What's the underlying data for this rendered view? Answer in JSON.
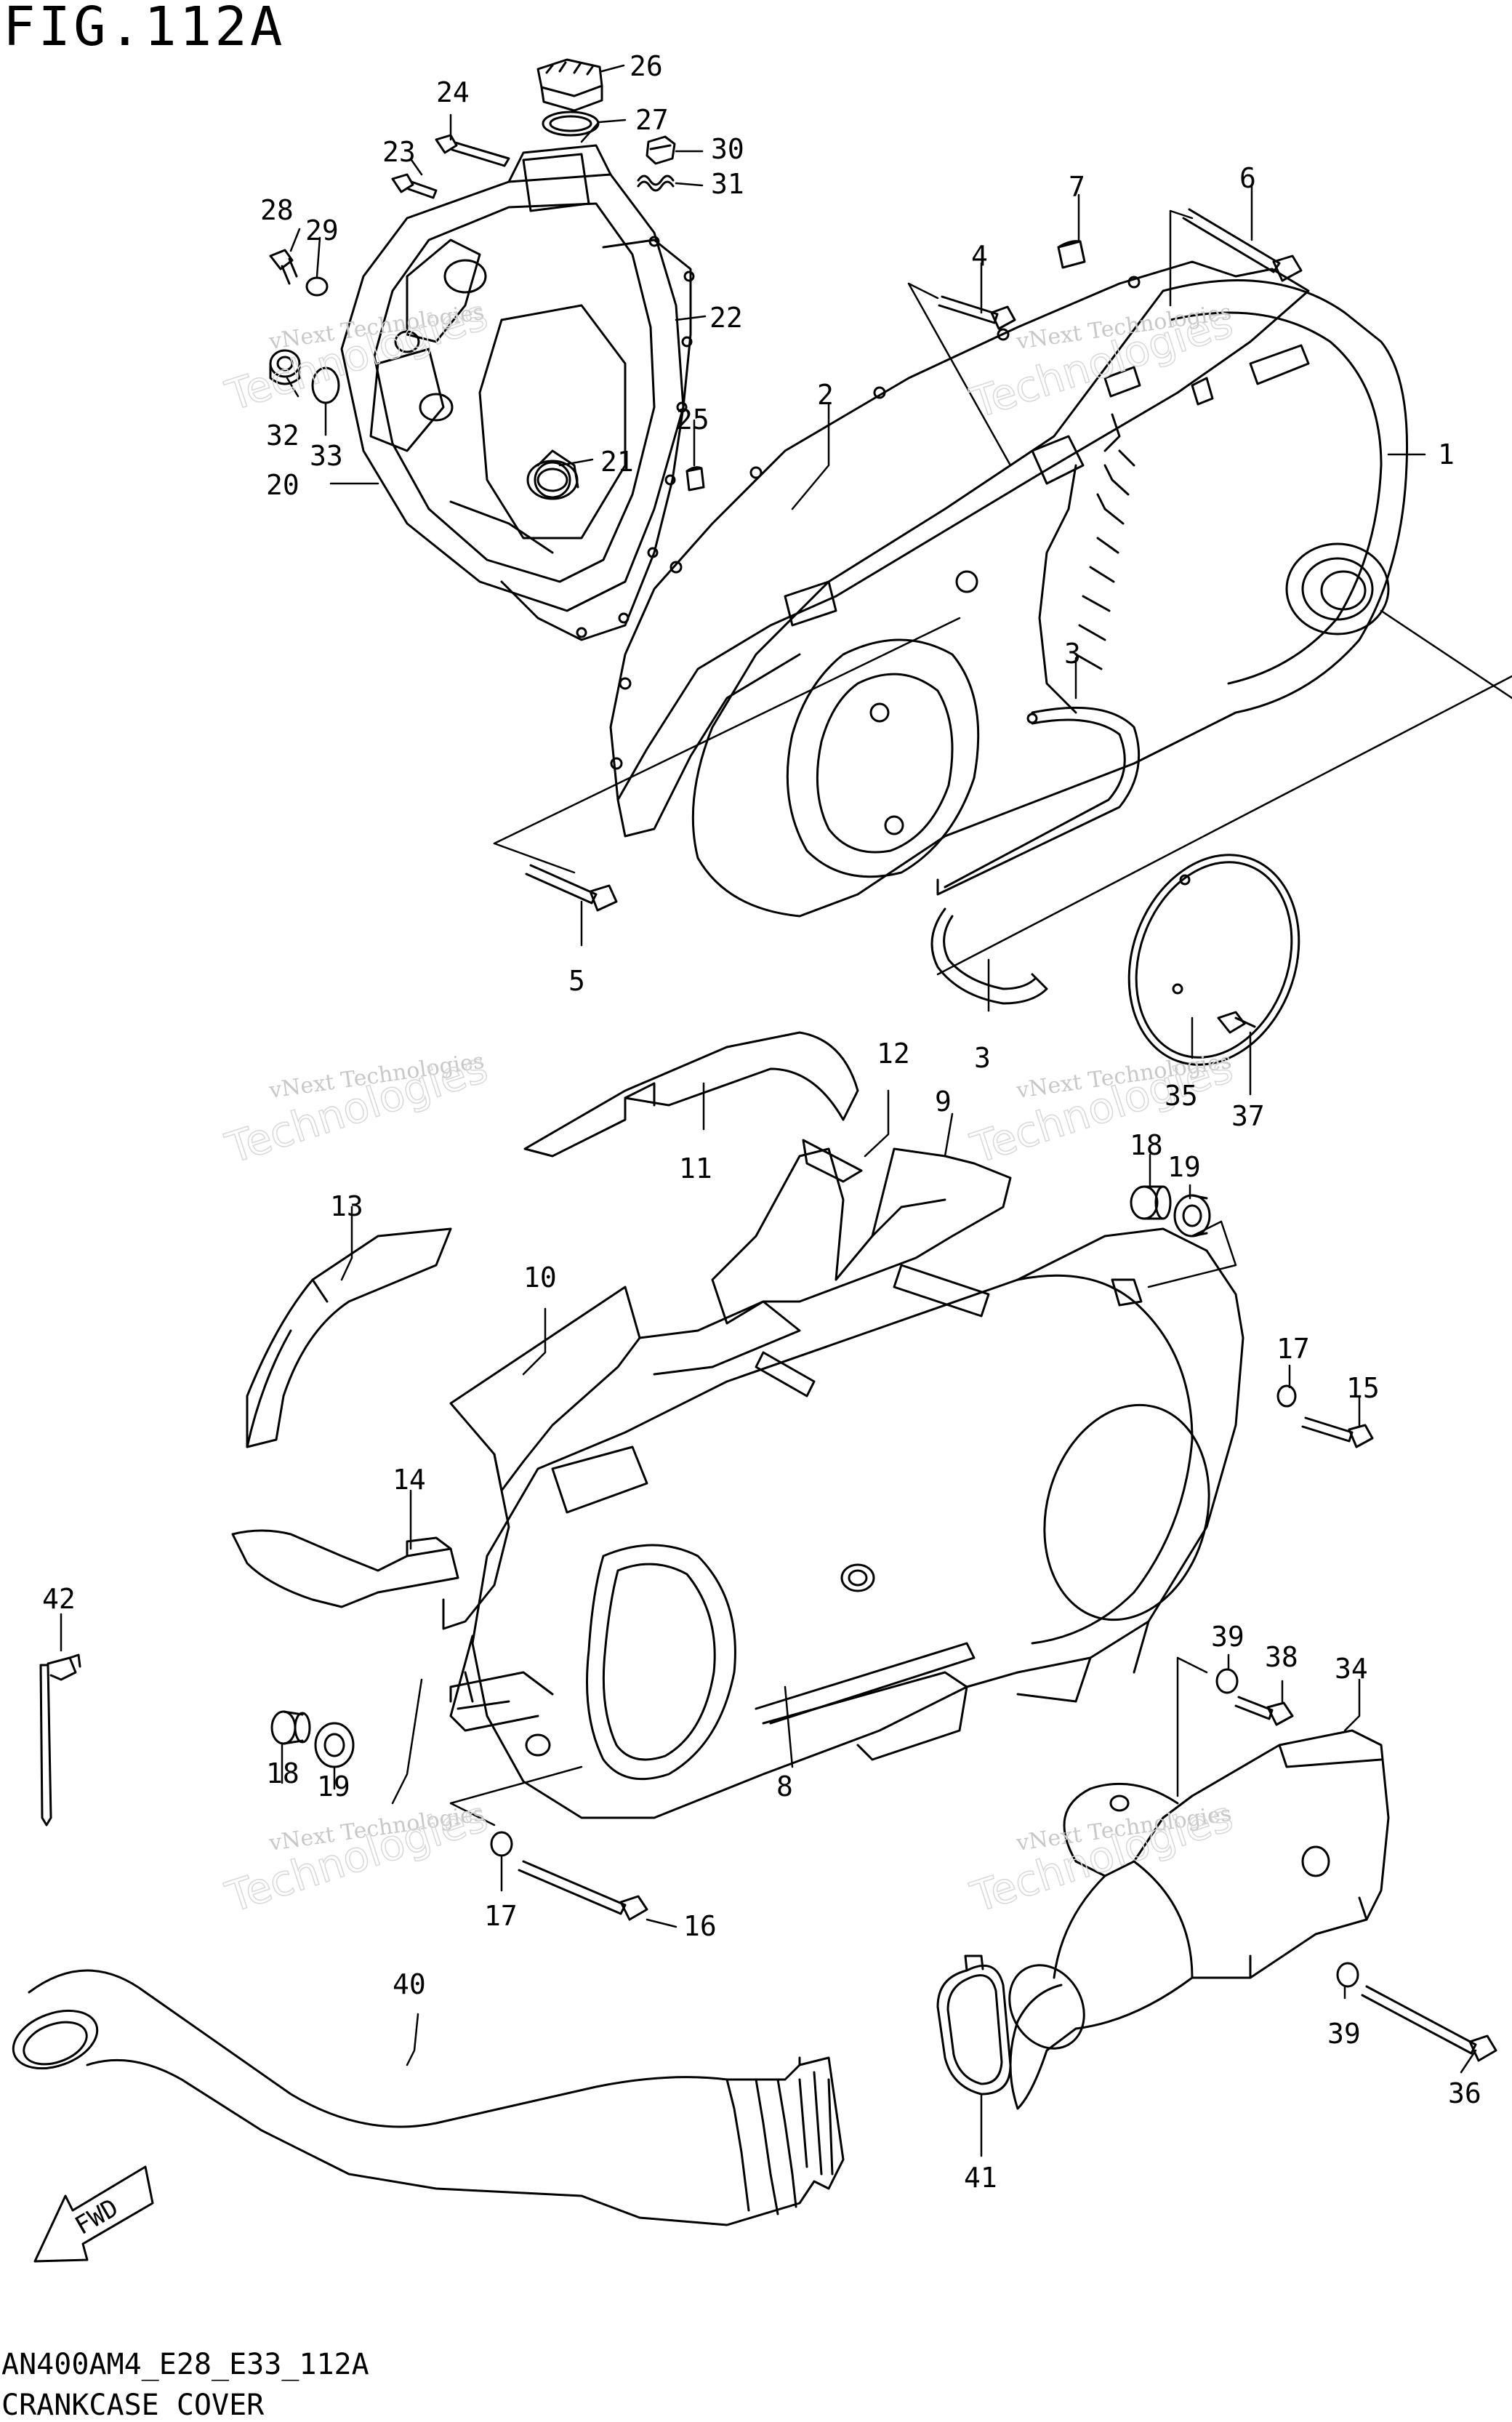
{
  "figure_title": "FIG.112A",
  "model_code": "AN400AM4_E28_E33_112A",
  "section_name": "CRANKCASE COVER",
  "fwd_label": "FWD",
  "watermark": {
    "line1": "vNext Technologies",
    "line2": "Technologies",
    "small": "vNext"
  },
  "callouts": [
    "1",
    "2",
    "3",
    "3",
    "4",
    "5",
    "6",
    "7",
    "8",
    "9",
    "10",
    "11",
    "12",
    "13",
    "14",
    "15",
    "16",
    "17",
    "17",
    "18",
    "18",
    "19",
    "19",
    "20",
    "21",
    "22",
    "23",
    "24",
    "25",
    "26",
    "27",
    "28",
    "29",
    "30",
    "31",
    "32",
    "33",
    "34",
    "35",
    "36",
    "37",
    "38",
    "39",
    "39",
    "40",
    "41",
    "42"
  ]
}
